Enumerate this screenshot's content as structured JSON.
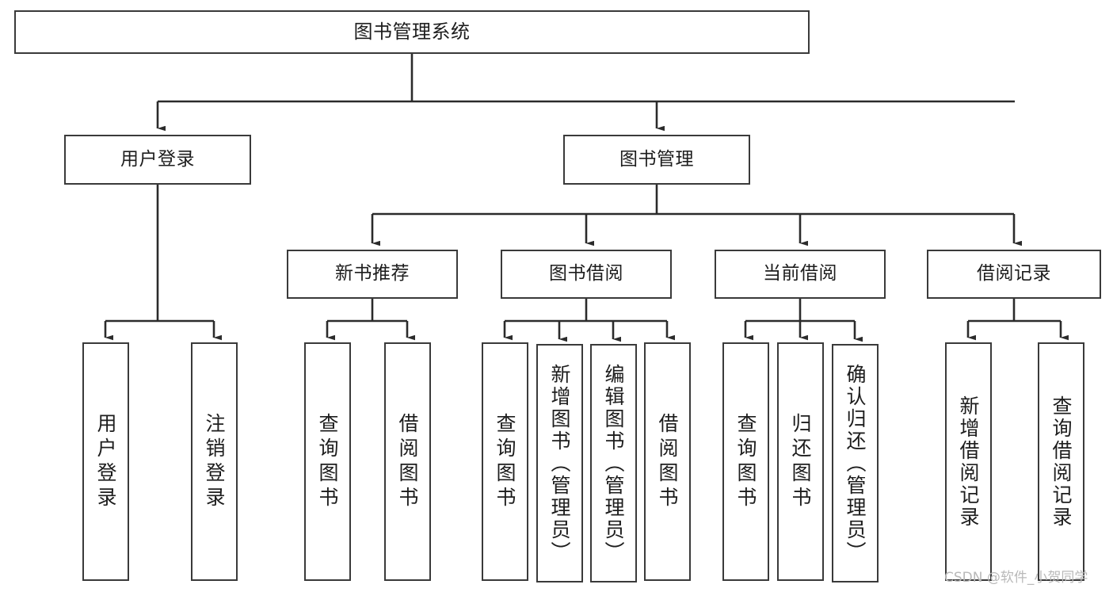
{
  "diagram": {
    "title": "图书管理系统",
    "type": "tree-hierarchy-diagram",
    "watermark": "CSDN @软件_小贺同学",
    "colors": {
      "background": "#ffffff",
      "box_border": "#3a3a3a",
      "box_fill": "#ffffff",
      "connector": "#2b2b2b",
      "text": "#1d1d1d",
      "watermark": "#b9b9b9"
    }
  },
  "nodes": {
    "root": {
      "id": "root",
      "label": "图书管理系统",
      "orientation": "horizontal",
      "level": 0
    },
    "level2": [
      {
        "id": "user-login",
        "label": "用户登录",
        "orientation": "horizontal",
        "level": 1
      },
      {
        "id": "book-management",
        "label": "图书管理",
        "orientation": "horizontal",
        "level": 1
      }
    ],
    "level3": [
      {
        "id": "new-book-recommend",
        "label": "新书推荐",
        "orientation": "horizontal",
        "level": 2,
        "parent": "book-management"
      },
      {
        "id": "book-borrow",
        "label": "图书借阅",
        "orientation": "horizontal",
        "level": 2,
        "parent": "book-management"
      },
      {
        "id": "current-borrow",
        "label": "当前借阅",
        "orientation": "horizontal",
        "level": 2,
        "parent": "book-management"
      },
      {
        "id": "borrow-record",
        "label": "借阅记录",
        "orientation": "horizontal",
        "level": 2,
        "parent": "book-management"
      }
    ],
    "leaves": [
      {
        "id": "leaf-user-login",
        "label": "用户登录",
        "orientation": "vertical",
        "parent": "user-login"
      },
      {
        "id": "leaf-user-logout",
        "label": "注销登录",
        "orientation": "vertical",
        "parent": "user-login"
      },
      {
        "id": "leaf-query-book-rec",
        "label": "查询图书",
        "orientation": "vertical",
        "parent": "new-book-recommend"
      },
      {
        "id": "leaf-borrow-book-rec",
        "label": "借阅图书",
        "orientation": "vertical",
        "parent": "new-book-recommend"
      },
      {
        "id": "leaf-query-book-borrow",
        "label": "查询图书",
        "orientation": "vertical",
        "parent": "book-borrow"
      },
      {
        "id": "leaf-add-book-admin",
        "label": "新增图书（管理员）",
        "orientation": "vertical",
        "parent": "book-borrow"
      },
      {
        "id": "leaf-edit-book-admin",
        "label": "编辑图书（管理员）",
        "orientation": "vertical",
        "parent": "book-borrow"
      },
      {
        "id": "leaf-borrow-book",
        "label": "借阅图书",
        "orientation": "vertical",
        "parent": "book-borrow"
      },
      {
        "id": "leaf-query-book-current",
        "label": "查询图书",
        "orientation": "vertical",
        "parent": "current-borrow"
      },
      {
        "id": "leaf-return-book",
        "label": "归还图书",
        "orientation": "vertical",
        "parent": "current-borrow"
      },
      {
        "id": "leaf-confirm-return-admin",
        "label": "确认归还（管理员）",
        "orientation": "vertical",
        "parent": "current-borrow"
      },
      {
        "id": "leaf-add-borrow-record",
        "label": "新增借阅记录",
        "orientation": "vertical",
        "parent": "borrow-record"
      },
      {
        "id": "leaf-query-borrow-record",
        "label": "查询借阅记录",
        "orientation": "vertical",
        "parent": "borrow-record"
      }
    ]
  }
}
